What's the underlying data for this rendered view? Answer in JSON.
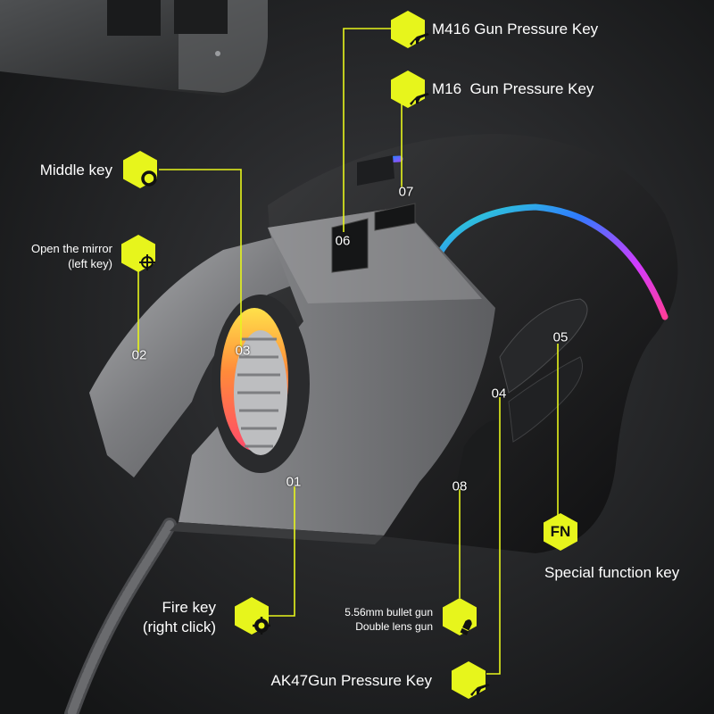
{
  "accent_color": "#e7f51c",
  "callouts": {
    "m416": {
      "label": "M416 Gun Pressure Key",
      "icon": "rifle-icon"
    },
    "m16": {
      "label": "M16  Gun Pressure Key",
      "icon": "rifle-icon"
    },
    "middle": {
      "label": "Middle key",
      "icon": "ring-icon"
    },
    "mirror": {
      "label_line1": "Open the mirror",
      "label_line2": "(left key)",
      "icon": "crosshair-icon"
    },
    "fire": {
      "label_line1": "Fire key",
      "label_line2": "(right click)",
      "icon": "gear-button-icon"
    },
    "bullet": {
      "label_line1": "5.56mm bullet gun",
      "label_line2": "Double lens gun",
      "icon": "bullet-icon"
    },
    "ak47": {
      "label": "AK47Gun Pressure Key",
      "icon": "rifle-icon"
    },
    "fn": {
      "badge": "FN",
      "label": "Special function key"
    }
  },
  "numbers": {
    "n01": "01",
    "n02": "02",
    "n03": "03",
    "n04": "04",
    "n05": "05",
    "n06": "06",
    "n07": "07",
    "n08": "08"
  }
}
